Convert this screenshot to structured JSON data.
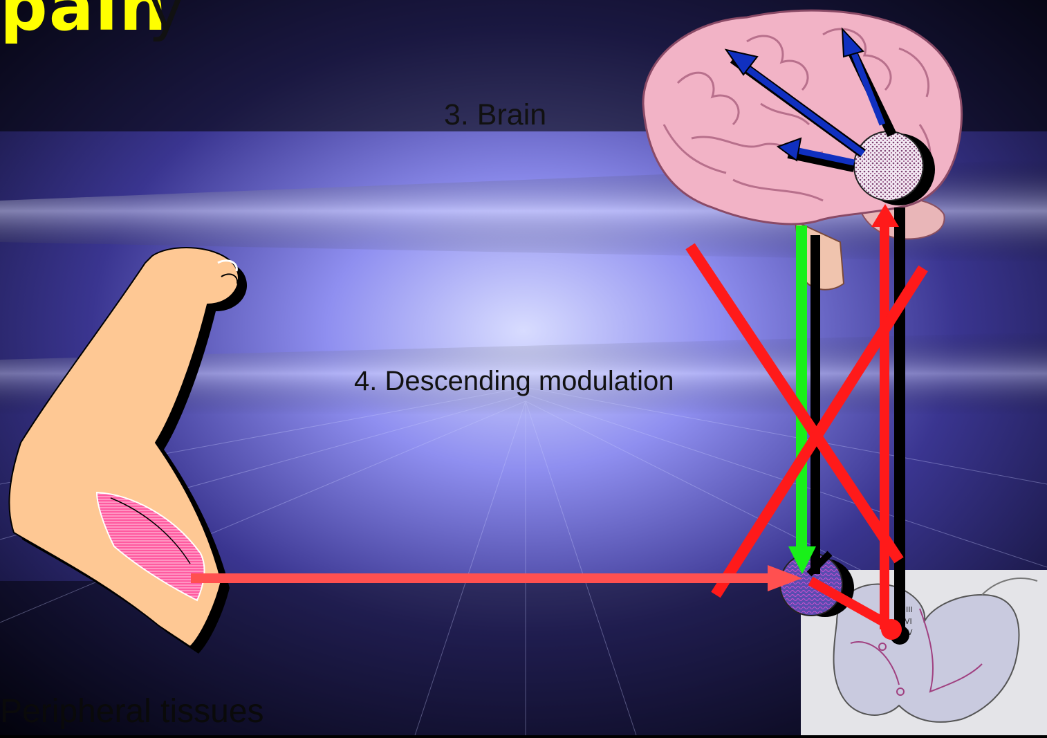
{
  "title": "pain",
  "title_ghost": "y",
  "labels": {
    "brain": "3. Brain",
    "descending": "4. Descending modulation",
    "peripheral": "Peripheral tissues",
    "laminae": [
      "III",
      "VI",
      "V"
    ]
  },
  "colors": {
    "title": "#ffff00",
    "ascending": "#ff1a1a",
    "descending": "#19f019",
    "cortical": "#1030c0",
    "arm": "#fec894",
    "muscle": "#ff4f9a"
  }
}
